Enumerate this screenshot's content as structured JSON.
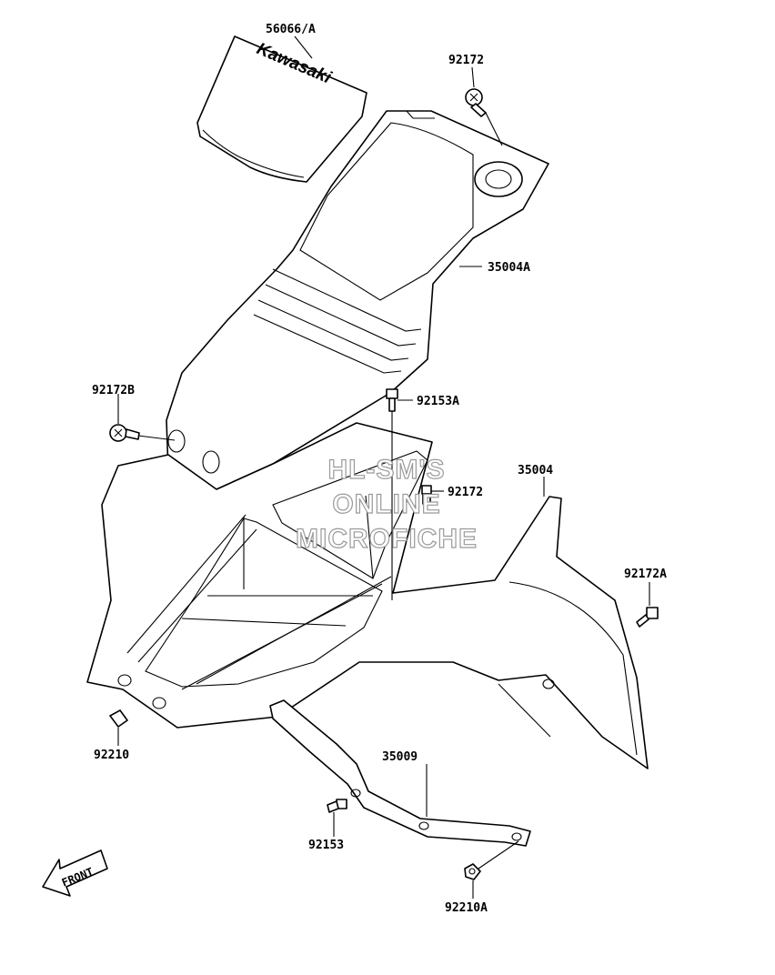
{
  "parts": {
    "p56066A": "56066/A",
    "p92172_top": "92172",
    "p35004A": "35004A",
    "p92172B": "92172B",
    "p92153A": "92153A",
    "p35004": "35004",
    "p92172_mid": "92172",
    "p92172A": "92172A",
    "p92210": "92210",
    "p35009": "35009",
    "p92153": "92153",
    "p92210A": "92210A"
  },
  "decal_logo": "Kawasaki",
  "watermark": {
    "line1": "HL-SM'S",
    "line2": "ONLINE",
    "line3": "MICROFICHE"
  },
  "front_arrow": "FRONT"
}
